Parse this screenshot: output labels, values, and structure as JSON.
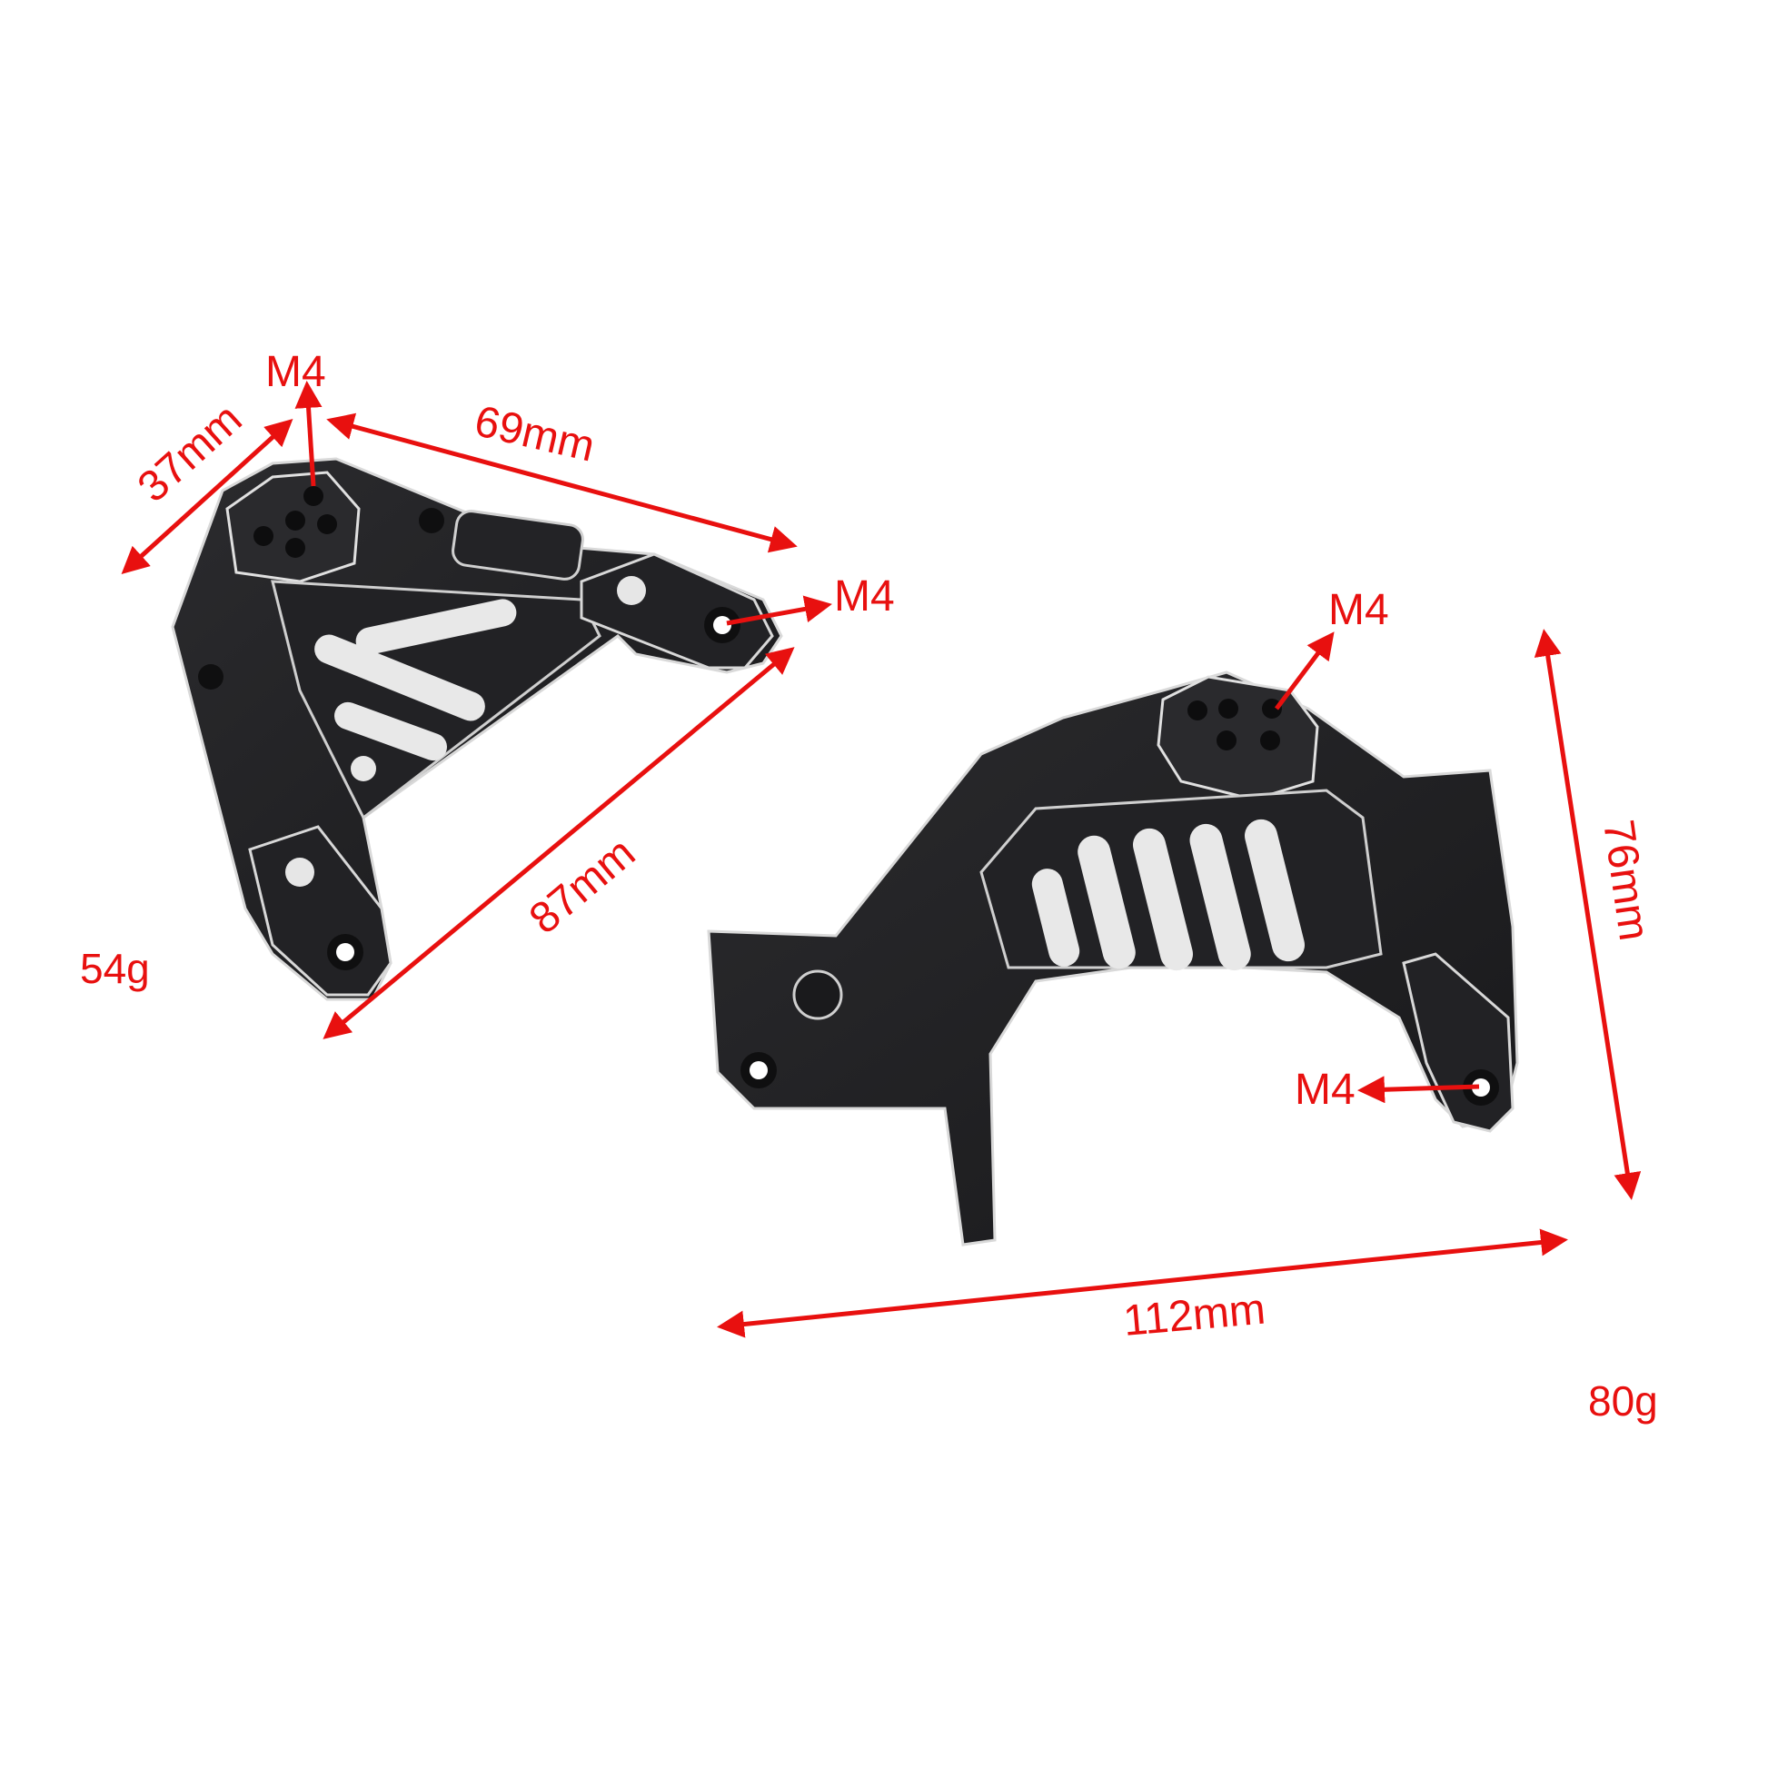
{
  "image": {
    "description": "Product photo of two black anodized aluminum shock tower brackets with red dimension annotations",
    "background": "#ffffff",
    "annotation_color": "#e8100f",
    "part_color": "#1e1e20",
    "edge_highlight_color": "#d9d9d9"
  },
  "left_part": {
    "labels": {
      "m4_top": "M4",
      "m4_right": "M4",
      "width_short": "37mm",
      "width_long": "69mm",
      "diagonal": "87mm",
      "weight": "54g"
    }
  },
  "right_part": {
    "labels": {
      "m4_top": "M4",
      "m4_bottom": "M4",
      "height": "76mm",
      "width": "112mm",
      "weight": "80g"
    }
  }
}
